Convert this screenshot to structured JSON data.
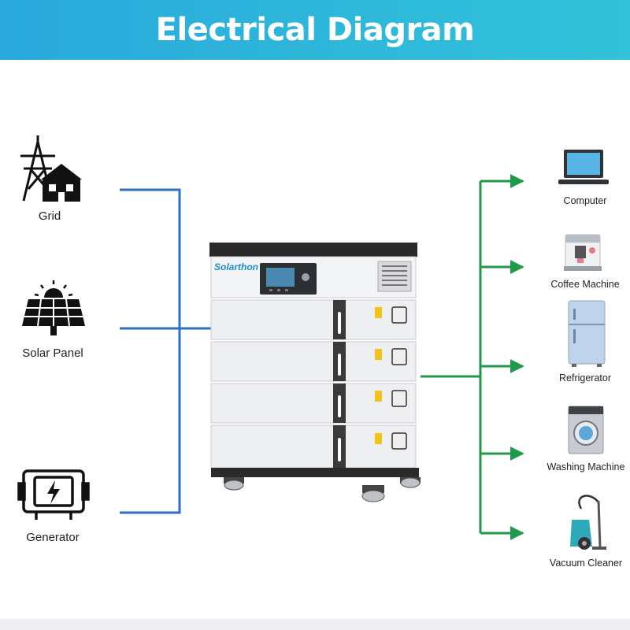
{
  "header": {
    "title": "Electrical Diagram"
  },
  "brand": {
    "logo_text": "Solarthon"
  },
  "colors": {
    "header": "#2aaedb",
    "input_line": "#2f6fc4",
    "output_line": "#1f9a4a"
  },
  "sources": [
    {
      "label": "Grid",
      "icon": "power-tower-house-icon"
    },
    {
      "label": "Solar Panel",
      "icon": "solar-panel-icon"
    },
    {
      "label": "Generator",
      "icon": "generator-icon"
    }
  ],
  "loads": [
    {
      "label": "Computer",
      "icon": "computer-icon"
    },
    {
      "label": "Coffee Machine",
      "icon": "coffee-machine-icon"
    },
    {
      "label": "Refrigerator",
      "icon": "refrigerator-icon"
    },
    {
      "label": "Washing Machine",
      "icon": "washing-machine-icon"
    },
    {
      "label": "Vacuum Cleaner",
      "icon": "vacuum-cleaner-icon"
    }
  ]
}
